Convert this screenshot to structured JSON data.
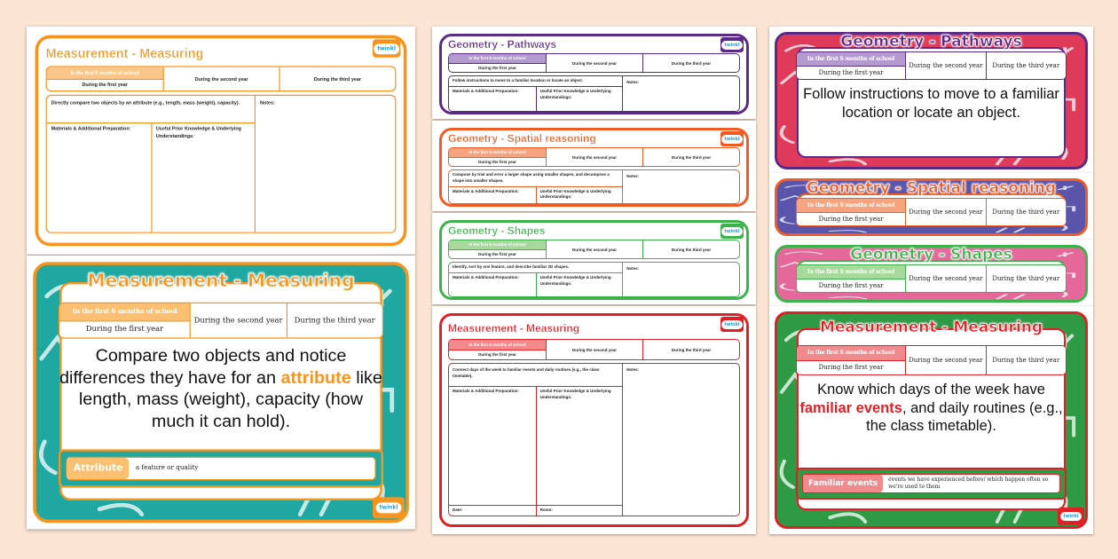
{
  "common": {
    "logo": "twinkl",
    "stage_first_6_months": "In the first 6 months of school",
    "stage_first_year": "During the first year",
    "stage_second_year": "During the second year",
    "stage_third_year": "During the third year",
    "notes_label": "Notes:",
    "materials_label": "Materials & Additional Preparation:",
    "prior_knowledge_label": "Useful Prior Knowledge & Underlying Understandings:"
  },
  "worksheets": [
    {
      "title": "Measurement - Measuring",
      "color": "#f7941d",
      "light": "#fbc68a",
      "objective": "Directly compare two objects by an attribute (e.g., length, mass (weight), capacity)."
    },
    {
      "title": "Geometry - Pathways",
      "color": "#5b2a86",
      "light": "#b39bd0",
      "objective": "Follow instructions to move to a familiar location or locate an object."
    },
    {
      "title": "Geometry - Spatial reasoning",
      "color": "#f15a22",
      "light": "#f6a47f",
      "objective": "Compose by trial and error a larger shape using smaller shapes, and decompose a shape into smaller shapes."
    },
    {
      "title": "Geometry - Shapes",
      "color": "#3cb34a",
      "light": "#a8d89c",
      "objective": "Identify, sort by one feature, and describe familiar 2D shapes."
    },
    {
      "title": "Measurement - Measuring",
      "color": "#e31e24",
      "light": "#f08a8c",
      "objective": "Connect days of the week to familiar events and daily routines (e.g., the class timetable).",
      "date_label": "Date:",
      "room_label": "Room:"
    }
  ],
  "posters": [
    {
      "title": "Measurement - Measuring",
      "color": "#f7941d",
      "light": "#fbbf72",
      "bg": "#1fa7a1",
      "statement_before": "Compare two objects and notice differences they have for an ",
      "keyword": "attribute",
      "statement_after": " like length, mass (weight), capacity (how much it can hold).",
      "term": "Attribute",
      "definition": "a feature or quality"
    },
    {
      "title": "Geometry - Pathways",
      "color": "#5b2a86",
      "light": "#b39bd0",
      "bg": "#e03a5a",
      "statement_before": "Follow instructions to move to a familiar location or locate an object."
    },
    {
      "title": "Geometry - Spatial reasoning",
      "color": "#f15a22",
      "light": "#f6a47f",
      "bg": "#5a55aa"
    },
    {
      "title": "Geometry - Shapes",
      "color": "#3cb34a",
      "light": "#a8d89c",
      "bg": "#e4699a"
    },
    {
      "title": "Measurement - Measuring",
      "color": "#e31e24",
      "light": "#f08a8c",
      "bg": "#2f9a45",
      "statement_before": "Know which days of the week have ",
      "keyword": "familiar events",
      "statement_after": ", and daily routines (e.g., the class timetable).",
      "term": "Familiar events",
      "definition": "events we have experienced before/ which happen often so we're used to them"
    }
  ]
}
